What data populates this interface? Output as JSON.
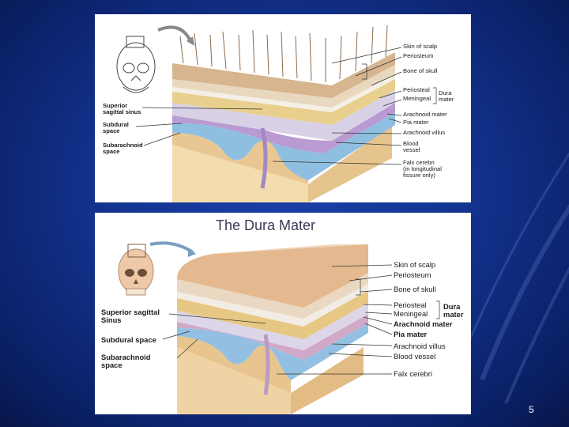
{
  "slide": {
    "page_number": "5"
  },
  "top_panel": {
    "left_labels": {
      "superior_sagittal_sinus": [
        "Superior",
        "sagittal sinus"
      ],
      "subdural_space": [
        "Subdural",
        "space"
      ],
      "subarachnoid_space": [
        "Subarachnoid",
        "space"
      ]
    },
    "right_labels": {
      "skin_of_scalp": "Skin of scalp",
      "periosteum": "Periosteum",
      "bone_of_skull": "Bone of skull",
      "periosteal": "Periosteal",
      "meningeal": "Meningeal",
      "dura_mater": [
        "Dura",
        "mater"
      ],
      "arachnoid_mater": "Arachnoid mater",
      "pia_mater": "Pia mater",
      "arachnoid_villus": "Arachnoid villus",
      "blood_vessel": [
        "Blood",
        "vessel"
      ],
      "falx_cerebri": [
        "Falx cerebri",
        "(in longitudinal",
        "fissure only)"
      ]
    }
  },
  "bottom_panel": {
    "title": "The Dura Mater",
    "left_labels": {
      "superior_sagittal_sinus": [
        "Superior sagittal",
        "Sinus"
      ],
      "subdural_space": "Subdural space",
      "subarachnoid_space": [
        "Subarachnoid",
        "space"
      ]
    },
    "right_labels": {
      "skin_of_scalp": "Skin of scalp",
      "periosteum": "Periosteum",
      "bone_of_skull": "Bone of skull",
      "periosteal": "Periosteal",
      "meningeal": "Meningeal",
      "dura_mater": [
        "Dura",
        "mater"
      ],
      "arachnoid_mater": "Arachnoid mater",
      "pia_mater": "Pia mater",
      "arachnoid_villus": "Arachnoid villus",
      "blood_vessel": "Blood vessel",
      "falx_cerebri": "Falx cerebri"
    }
  }
}
